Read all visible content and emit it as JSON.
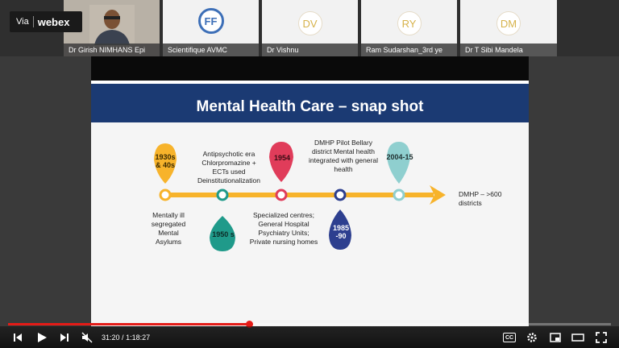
{
  "meeting": {
    "brand_via": "Via",
    "brand_name": "webex",
    "participants": [
      {
        "name": "Dr Girish NIMHANS Epi",
        "kind": "video"
      },
      {
        "name": "Scientifique AVMC",
        "kind": "logo"
      },
      {
        "name": "Dr Vishnu",
        "initials": "DV",
        "kind": "initials"
      },
      {
        "name": "Ram Sudarshan_3rd ye",
        "initials": "RY",
        "kind": "initials"
      },
      {
        "name": "Dr T Sibi Mandela",
        "initials": "DM",
        "kind": "initials"
      }
    ]
  },
  "slide": {
    "title": "Mental Health Care – snap shot",
    "timeline": [
      {
        "marker": "1930s & 40s",
        "text": "Mentally ill segregated Mental Asylums"
      },
      {
        "marker": "1950 s",
        "text": "Antipsychotic era Chlorpromazine + ECTs used Deinstitutionalization"
      },
      {
        "marker": "1954",
        "text": "Specialized centres; General Hospital Psychiatry Units; Private nursing homes"
      },
      {
        "marker": "1985 -90",
        "text": "DMHP Pilot Bellary district Mental health integrated with general health"
      },
      {
        "marker": "2004-15",
        "text": ""
      }
    ],
    "end_text": "DMHP – >600 districts",
    "colors": {
      "orange": "#f7b32b",
      "teal": "#1f9a8a",
      "red": "#e03c5a",
      "navy": "#2d3f8f",
      "sky": "#8fcfcf",
      "title_bar": "#1b3a73"
    }
  },
  "player": {
    "time_current": "31:20",
    "time_total": "1:18:27",
    "time_separator": "/",
    "progress_fraction": 0.4,
    "cc_label": "CC"
  }
}
